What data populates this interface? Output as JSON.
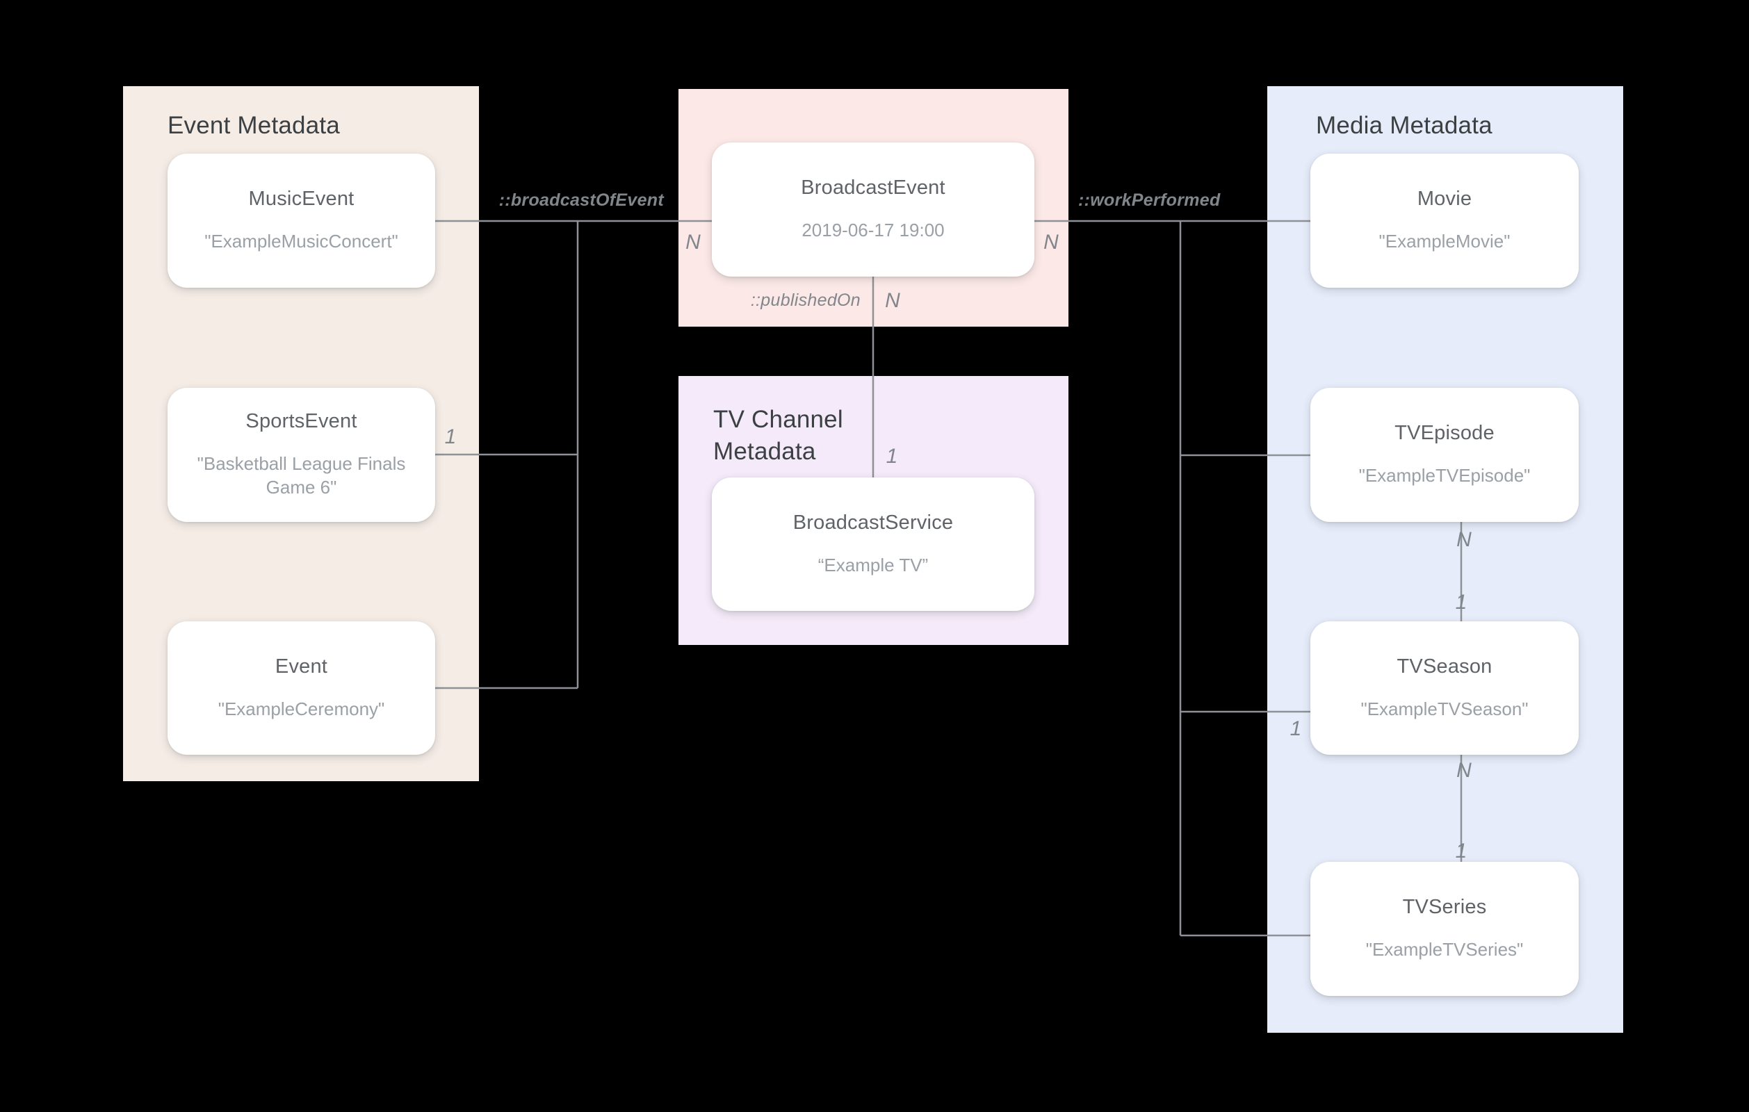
{
  "panels": {
    "event": {
      "title": "Event Metadata",
      "color": "#F5ECE6"
    },
    "broadcast": {
      "color": "#FCE9E7"
    },
    "tv_channel": {
      "title": "TV Channel\nMetadata",
      "color": "#F4EAF9"
    },
    "media": {
      "title": "Media Metadata",
      "color": "#E6ECFA"
    }
  },
  "nodes": {
    "music_event": {
      "title": "MusicEvent",
      "subtitle": "\"ExampleMusicConcert\""
    },
    "sports_event": {
      "title": "SportsEvent",
      "subtitle": "\"Basketball League Finals Game 6\""
    },
    "event": {
      "title": "Event",
      "subtitle": "\"ExampleCeremony\""
    },
    "broadcast_event": {
      "title": "BroadcastEvent",
      "subtitle": "2019-06-17 19:00"
    },
    "broadcast_service": {
      "title": "BroadcastService",
      "subtitle": "“Example TV”"
    },
    "movie": {
      "title": "Movie",
      "subtitle": "\"ExampleMovie\""
    },
    "tv_episode": {
      "title": "TVEpisode",
      "subtitle": "\"ExampleTVEpisode\""
    },
    "tv_season": {
      "title": "TVSeason",
      "subtitle": "\"ExampleTVSeason\""
    },
    "tv_series": {
      "title": "TVSeries",
      "subtitle": "\"ExampleTVSeries\""
    }
  },
  "relationships": {
    "broadcast_of_event": "::broadcastOfEvent",
    "work_performed": "::workPerformed",
    "published_on": "::publishedOn"
  },
  "cardinalities": {
    "n_broadcast_left": "N",
    "n_broadcast_right": "N",
    "n_published": "N",
    "one_published": "1",
    "one_sports": "1",
    "one_season_branch": "1",
    "n_episode_season": "N",
    "one_episode_season": "1",
    "n_season_series": "N",
    "one_season_series": "1"
  },
  "connectors": {
    "color": "#8E9196",
    "stroke_width": 2.5,
    "segments": [
      [
        626,
        318,
        1886,
        318
      ],
      [
        831,
        318,
        831,
        990
      ],
      [
        626,
        654,
        831,
        654
      ],
      [
        626,
        990,
        831,
        990
      ],
      [
        1256,
        398,
        1256,
        688
      ],
      [
        1698,
        318,
        1698,
        1346
      ],
      [
        1698,
        655,
        1886,
        655
      ],
      [
        1698,
        1024,
        1886,
        1024
      ],
      [
        1698,
        1346,
        1886,
        1346
      ],
      [
        2102,
        751,
        2102,
        895
      ],
      [
        2102,
        1086,
        2102,
        1241
      ]
    ]
  }
}
